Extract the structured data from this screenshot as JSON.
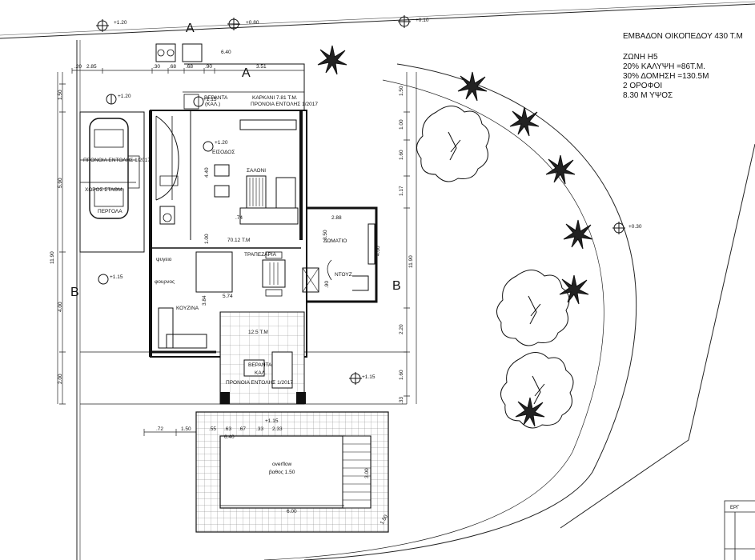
{
  "plot_area_label": "ΕΜΒΑΔΟΝ ΟΙΚΟΠΕΔΟΥ 430 Τ.Μ",
  "zone_info": [
    "ΖΩΝΗ Η5",
    "20% ΚΑΛΥΨΗ =86Τ.Μ.",
    "30% ΔΟΜΗΣΗ =130.5Μ",
    "2 ΟΡΟΦΟΙ",
    "8.30 Μ ΥΨΟΣ"
  ],
  "levels": [
    "+1.20",
    "+0.80",
    "+0.10",
    "+1.20",
    "+1.15",
    "+1.20",
    "+1.15",
    "+0.30",
    "+1.15",
    "+1.15"
  ],
  "section_marks": [
    "A",
    "A",
    "B",
    "B"
  ],
  "rooms": {
    "veranda_top": "ΒΕΡΑΝΤΑ",
    "veranda_top_sub": "(ΚΑΛ.)",
    "veranda_top_note1": "ΚΑΡΚΑΝΙ 7.81 Τ.Μ.",
    "veranda_top_note2": "ΠΡΟΝΟΙΑ ΕΝΤΟΛΗΣ 1/2017",
    "entrance": "ΕΙΣΟΔΟΣ",
    "living": "ΣΑΛΟΝΙ",
    "room": "ΔΩΜΑΤΙΟ",
    "shower": "ΝΤΟΥΖ",
    "dining": "ΤΡΑΠΕΖΑΡΙΑ",
    "kitchen": "ΚΟΥΖΙΝΑ",
    "fridge": "ψυγειο",
    "oven": "φουρνος",
    "pergola": "ΠΕΡΓΟΛΑ",
    "parking_note": "ΠΡΟΝΟΙΑ ΕΝΤΟΛΗΣ 1/2017",
    "parking_sub": "ΧΩΡΟΣ ΣΤΑΘΜ.",
    "veranda_bottom": "ΒΕΡΑΝΤΑ",
    "veranda_bottom_sub": "ΚΑΛ.",
    "veranda_bottom_note": "ΠΡΟΝΟΙΑ ΕΝΤΟΛΗΣ 1/2017",
    "area_main": "70.12 T.M",
    "area_veranda": "12.5 T.M",
    "pool_label": "overflow",
    "pool_depth": "βαθος 1.50"
  },
  "dimensions": {
    "top": [
      "2.85",
      ".30",
      ".68",
      ".68",
      ".90",
      "6.40",
      "3.51",
      ".20"
    ],
    "left": [
      "1.50",
      "5.90",
      "11.90",
      "4.00",
      "2.00"
    ],
    "right": [
      "1.50",
      "1.00",
      "1.60",
      "1.17",
      "4.00",
      "11.90",
      "2.20",
      "1.60",
      ".33"
    ],
    "bottom": [
      ".72",
      "1.50",
      ".55",
      ".63",
      ".67",
      ".33",
      "2.33",
      "6.40"
    ],
    "inner": [
      "4.40",
      "1.00",
      "3.84",
      "5.74",
      "2.88",
      ".74",
      ".90",
      "3.50",
      "3.00",
      "6.00",
      "1.50"
    ]
  },
  "title_block": "ΕΡΓ"
}
